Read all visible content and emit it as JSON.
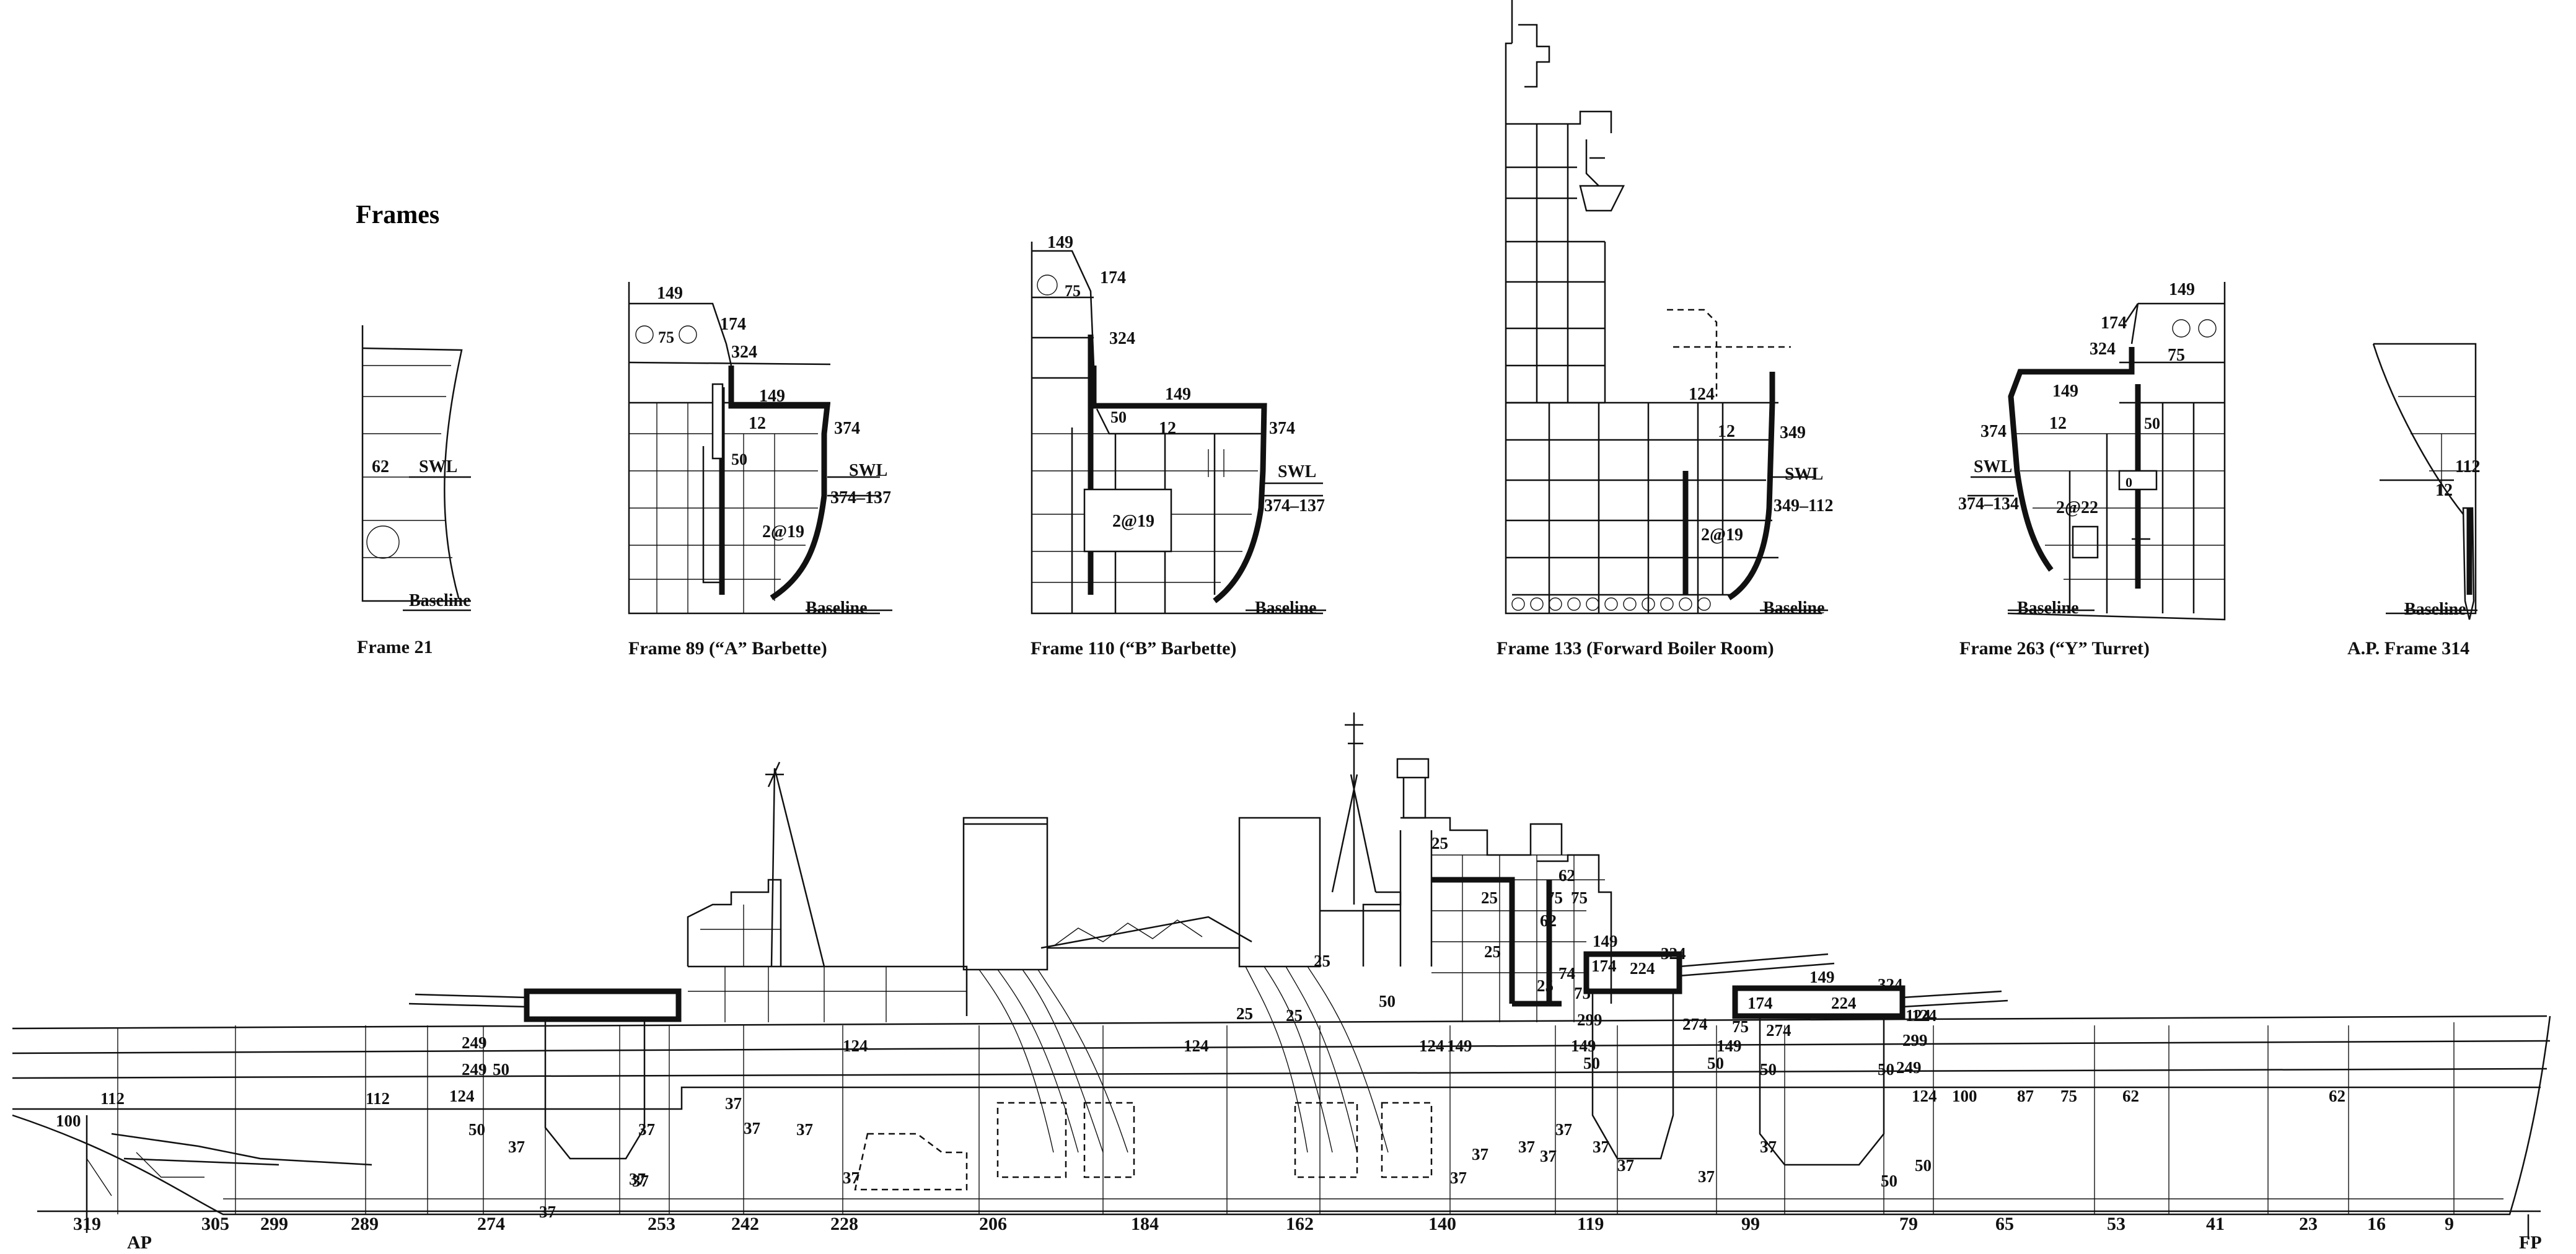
{
  "heading": "Frames",
  "sections": [
    {
      "caption": "Frame 21",
      "labels": [
        "62",
        "SWL",
        "Baseline"
      ]
    },
    {
      "caption": "Frame 89 (“A” Barbette)",
      "labels": [
        "149",
        "75",
        "174",
        "324",
        "149",
        "12",
        "374",
        "50",
        "SWL",
        "374–137",
        "2@19",
        "Baseline"
      ]
    },
    {
      "caption": "Frame 110 (“B” Barbette)",
      "labels": [
        "149",
        "75",
        "174",
        "324",
        "149",
        "12",
        "50",
        "374",
        "SWL",
        "374–137",
        "2@19",
        "Baseline"
      ]
    },
    {
      "caption": "Frame 133 (Forward Boiler Room)",
      "labels": [
        "124",
        "12",
        "349",
        "SWL",
        "349–112",
        "2@19",
        "Baseline"
      ]
    },
    {
      "caption": "Frame 263 (“Y” Turret)",
      "labels": [
        "149",
        "174",
        "324",
        "75",
        "149",
        "12",
        "50",
        "374",
        "SWL",
        "0",
        "374–134",
        "2@22",
        "Baseline"
      ]
    },
    {
      "caption": "A.P. Frame 314",
      "labels": [
        "112",
        "12",
        "Baseline"
      ]
    }
  ],
  "profile_labels": [
    "25",
    "25",
    "75",
    "75",
    "62",
    "25",
    "62",
    "25",
    "149",
    "324",
    "174",
    "224",
    "25",
    "74",
    "25",
    "50",
    "25",
    "75",
    "149",
    "324",
    "174",
    "224",
    "249",
    "299",
    "149",
    "124",
    "50",
    "124",
    "25",
    "124",
    "149",
    "124",
    "274",
    "299",
    "50",
    "274",
    "149",
    "75",
    "124",
    "249",
    "112",
    "112",
    "124",
    "249",
    "50",
    "50",
    "50",
    "50",
    "124",
    "100",
    "87",
    "75",
    "62",
    "62",
    "100",
    "50",
    "37",
    "37",
    "37",
    "37",
    "37",
    "37",
    "37",
    "37",
    "37",
    "37",
    "37",
    "37",
    "37",
    "37",
    "37",
    "37",
    "37",
    "37",
    "50"
  ],
  "frame_numbers": [
    "319",
    "AP",
    "305",
    "299",
    "289",
    "274",
    "253",
    "242",
    "228",
    "206",
    "184",
    "162",
    "140",
    "119",
    "99",
    "79",
    "65",
    "53",
    "41",
    "23",
    "16",
    "9",
    "FP"
  ]
}
